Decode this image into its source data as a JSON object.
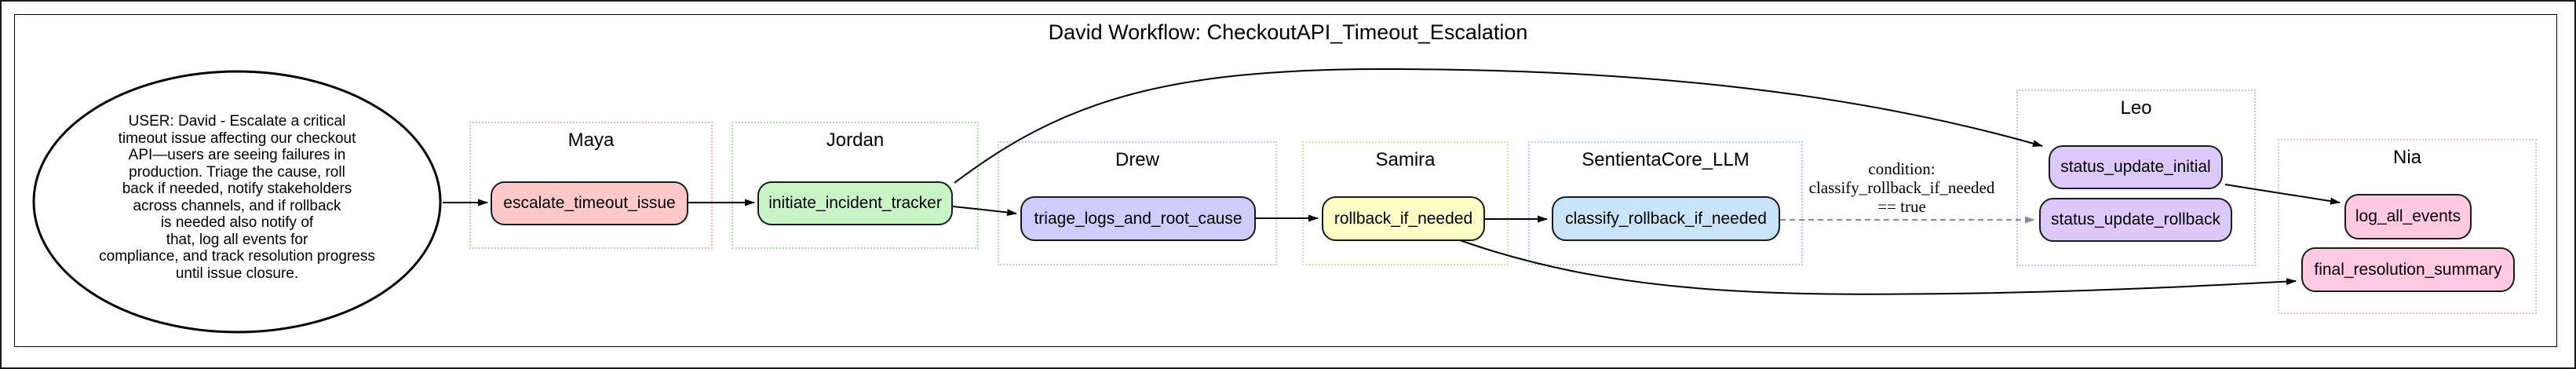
{
  "title": "David Workflow: CheckoutAPI_Timeout_Escalation",
  "user_request": {
    "text": "USER: David - Escalate a critical\ntimeout issue affecting our checkout\nAPI—users are seeing failures in\nproduction. Triage the cause, roll\nback if needed, notify stakeholders\nacross channels, and if rollback\nis needed also notify of\nthat, log all events for\ncompliance, and track resolution progress\nuntil issue closure."
  },
  "clusters": [
    {
      "label": "Maya",
      "border": "#f0b4b4",
      "nodes": [
        {
          "label": "escalate_timeout_issue",
          "fill": "#ffc9c9"
        }
      ]
    },
    {
      "label": "Jordan",
      "border": "#a5dca5",
      "nodes": [
        {
          "label": "initiate_incident_tracker",
          "fill": "#c9f5c6"
        }
      ]
    },
    {
      "label": "Drew",
      "border": "#c3c8f0",
      "nodes": [
        {
          "label": "triage_logs_and_root_cause",
          "fill": "#cdcdfb"
        }
      ]
    },
    {
      "label": "Samira",
      "border": "#e3dd9b",
      "nodes": [
        {
          "label": "rollback_if_needed",
          "fill": "#fdfdc6"
        }
      ]
    },
    {
      "label": "SentientaCore_LLM",
      "border": "#afd3ee",
      "nodes": [
        {
          "label": "classify_rollback_if_needed",
          "fill": "#c9e3f8"
        }
      ]
    },
    {
      "label": "Leo",
      "border": "#c5c1ee",
      "nodes": [
        {
          "label": "status_update_initial",
          "fill": "#dcc9fa"
        },
        {
          "label": "status_update_rollback",
          "fill": "#dcc9fa"
        }
      ]
    },
    {
      "label": "Nia",
      "border": "#f0bcd0",
      "nodes": [
        {
          "label": "log_all_events",
          "fill": "#ffc9e1"
        },
        {
          "label": "final_resolution_summary",
          "fill": "#ffc9e1"
        }
      ]
    }
  ],
  "condition_label": "condition:\nclassify_rollback_if_needed\n== true",
  "edges": [
    {
      "from": "user_request",
      "to": "escalate_timeout_issue",
      "style": "solid"
    },
    {
      "from": "escalate_timeout_issue",
      "to": "initiate_incident_tracker",
      "style": "solid"
    },
    {
      "from": "initiate_incident_tracker",
      "to": "triage_logs_and_root_cause",
      "style": "solid"
    },
    {
      "from": "initiate_incident_tracker",
      "to": "status_update_initial",
      "style": "solid"
    },
    {
      "from": "triage_logs_and_root_cause",
      "to": "rollback_if_needed",
      "style": "solid"
    },
    {
      "from": "rollback_if_needed",
      "to": "classify_rollback_if_needed",
      "style": "solid"
    },
    {
      "from": "classify_rollback_if_needed",
      "to": "status_update_rollback",
      "style": "dashed",
      "label": "condition:\nclassify_rollback_if_needed\n== true"
    },
    {
      "from": "rollback_if_needed",
      "to": "final_resolution_summary",
      "style": "solid"
    },
    {
      "from": "status_update_initial",
      "to": "log_all_events",
      "style": "solid"
    }
  ],
  "edge_colors": {
    "solid": "#000000",
    "conditional": "#8c8c8c"
  }
}
